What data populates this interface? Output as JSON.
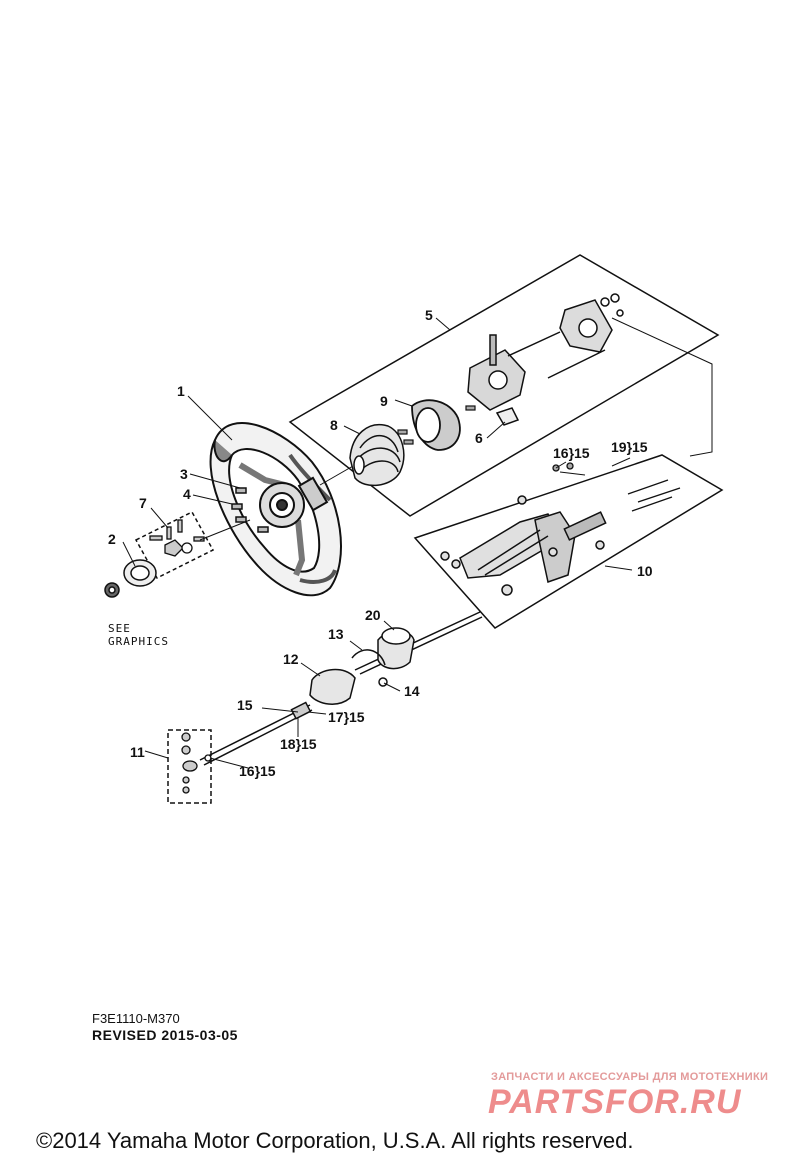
{
  "diagram": {
    "part_labels": {
      "p1": "1",
      "p2": "2",
      "p3": "3",
      "p4": "4",
      "p5": "5",
      "p6": "6",
      "p7": "7",
      "p8": "8",
      "p9": "9",
      "p10": "10",
      "p11": "11",
      "p12": "12",
      "p13": "13",
      "p14": "14",
      "p15": "15",
      "p20": "20",
      "ref16_15a": "16}15",
      "ref19_15": "19}15",
      "ref17_15": "17}15",
      "ref18_15": "18}15",
      "ref16_15b": "16}15"
    },
    "note_see_graphics": "SEE\nGRAPHICS",
    "document_code": "F3E1110-M370",
    "revised": "REVISED 2015-03-05",
    "copyright": "©2014 Yamaha Motor Corporation, U.S.A. All rights reserved."
  },
  "watermark": {
    "tagline": "ЗАПЧАСТИ И АКСЕССУАРЫ ДЛЯ МОТОТЕХНИКИ",
    "logo": "PARTSFOR.RU",
    "color": "#ee8c8c"
  }
}
